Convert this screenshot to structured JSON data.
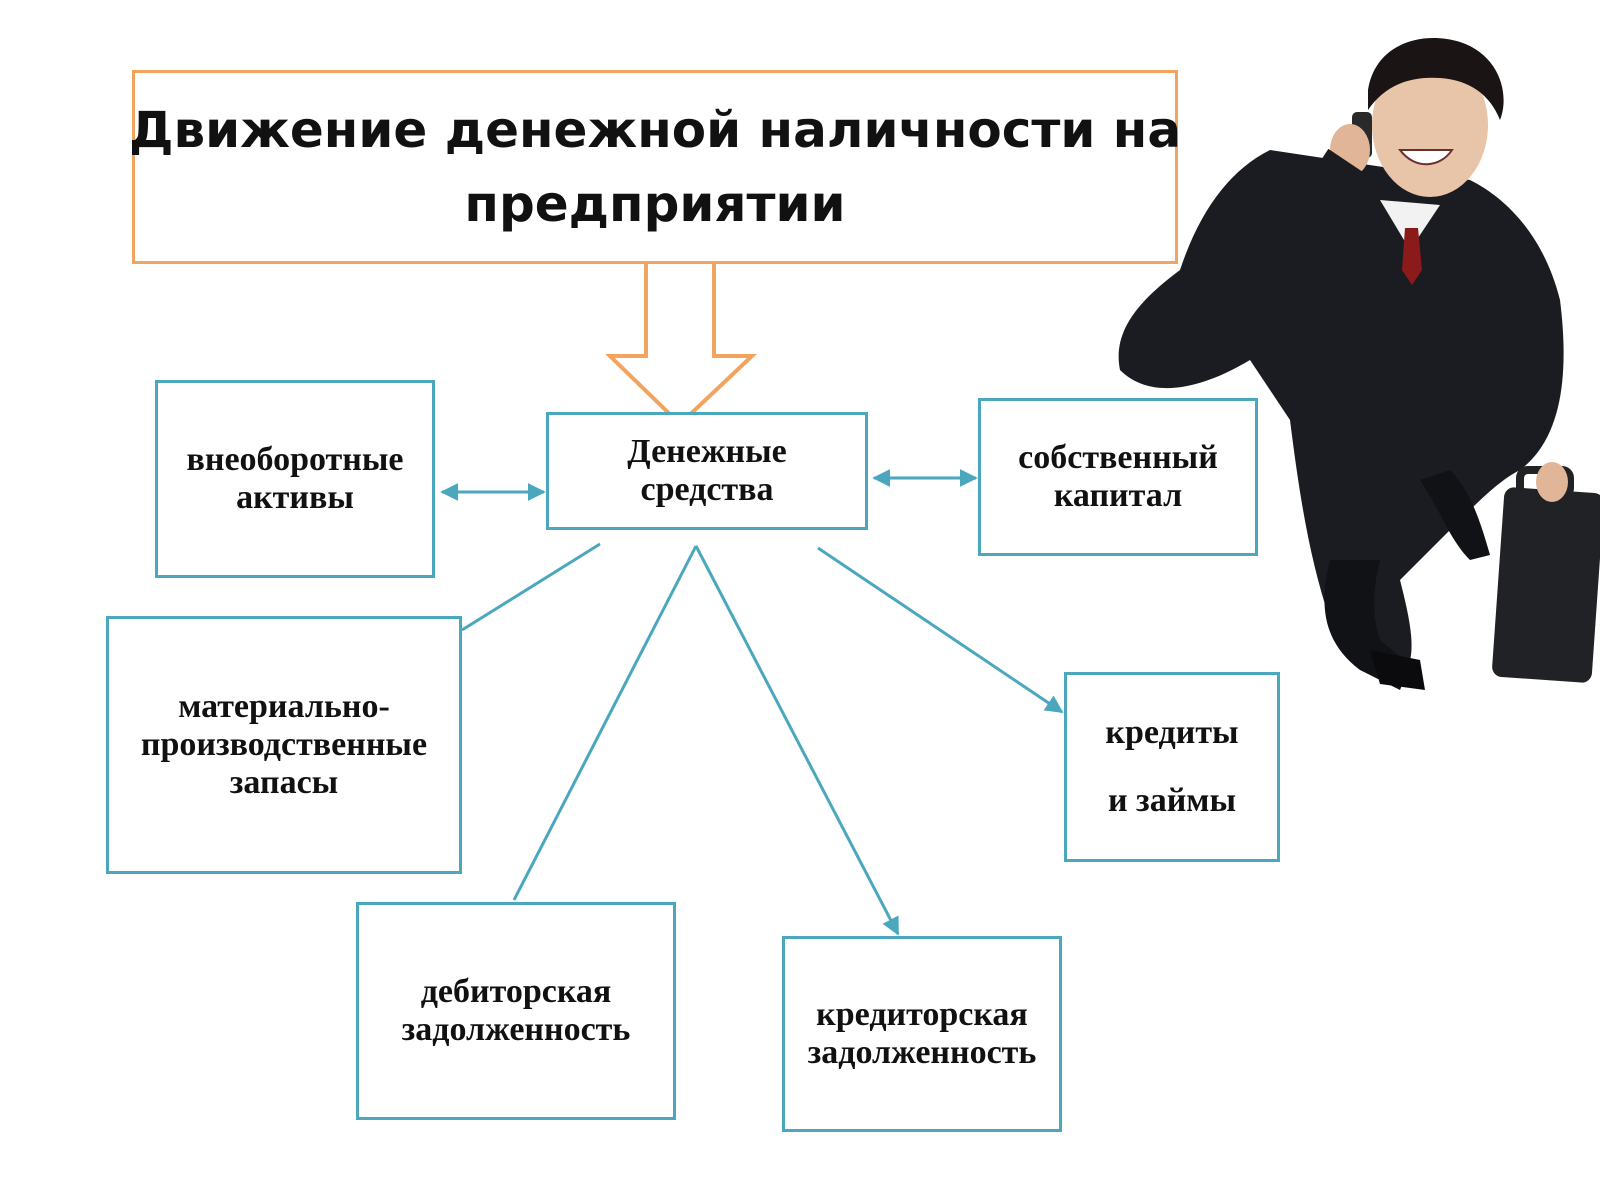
{
  "title": {
    "line1": "Движение денежной наличности на",
    "line2": "предприятии"
  },
  "center": {
    "line1": "Денежные",
    "line2": "средства"
  },
  "nodes": {
    "fixed_assets": {
      "line1": "внеоборотные",
      "line2": "активы"
    },
    "equity": {
      "line1": "собственный",
      "line2": "капитал"
    },
    "inventory": {
      "line1": "материально-",
      "line2": "производственные",
      "line3": "запасы"
    },
    "credits": {
      "line1": "кредиты",
      "line2": "и займы"
    },
    "receivables": {
      "line1": "дебиторская",
      "line2": "задолженность"
    },
    "payables": {
      "line1": "кредиторская",
      "line2": "задолженность"
    }
  },
  "colors": {
    "title_border": "#f2a35e",
    "box_border": "#4aa7bd",
    "line": "#4aa7bd"
  },
  "image": "businessman-with-phone-and-briefcase"
}
